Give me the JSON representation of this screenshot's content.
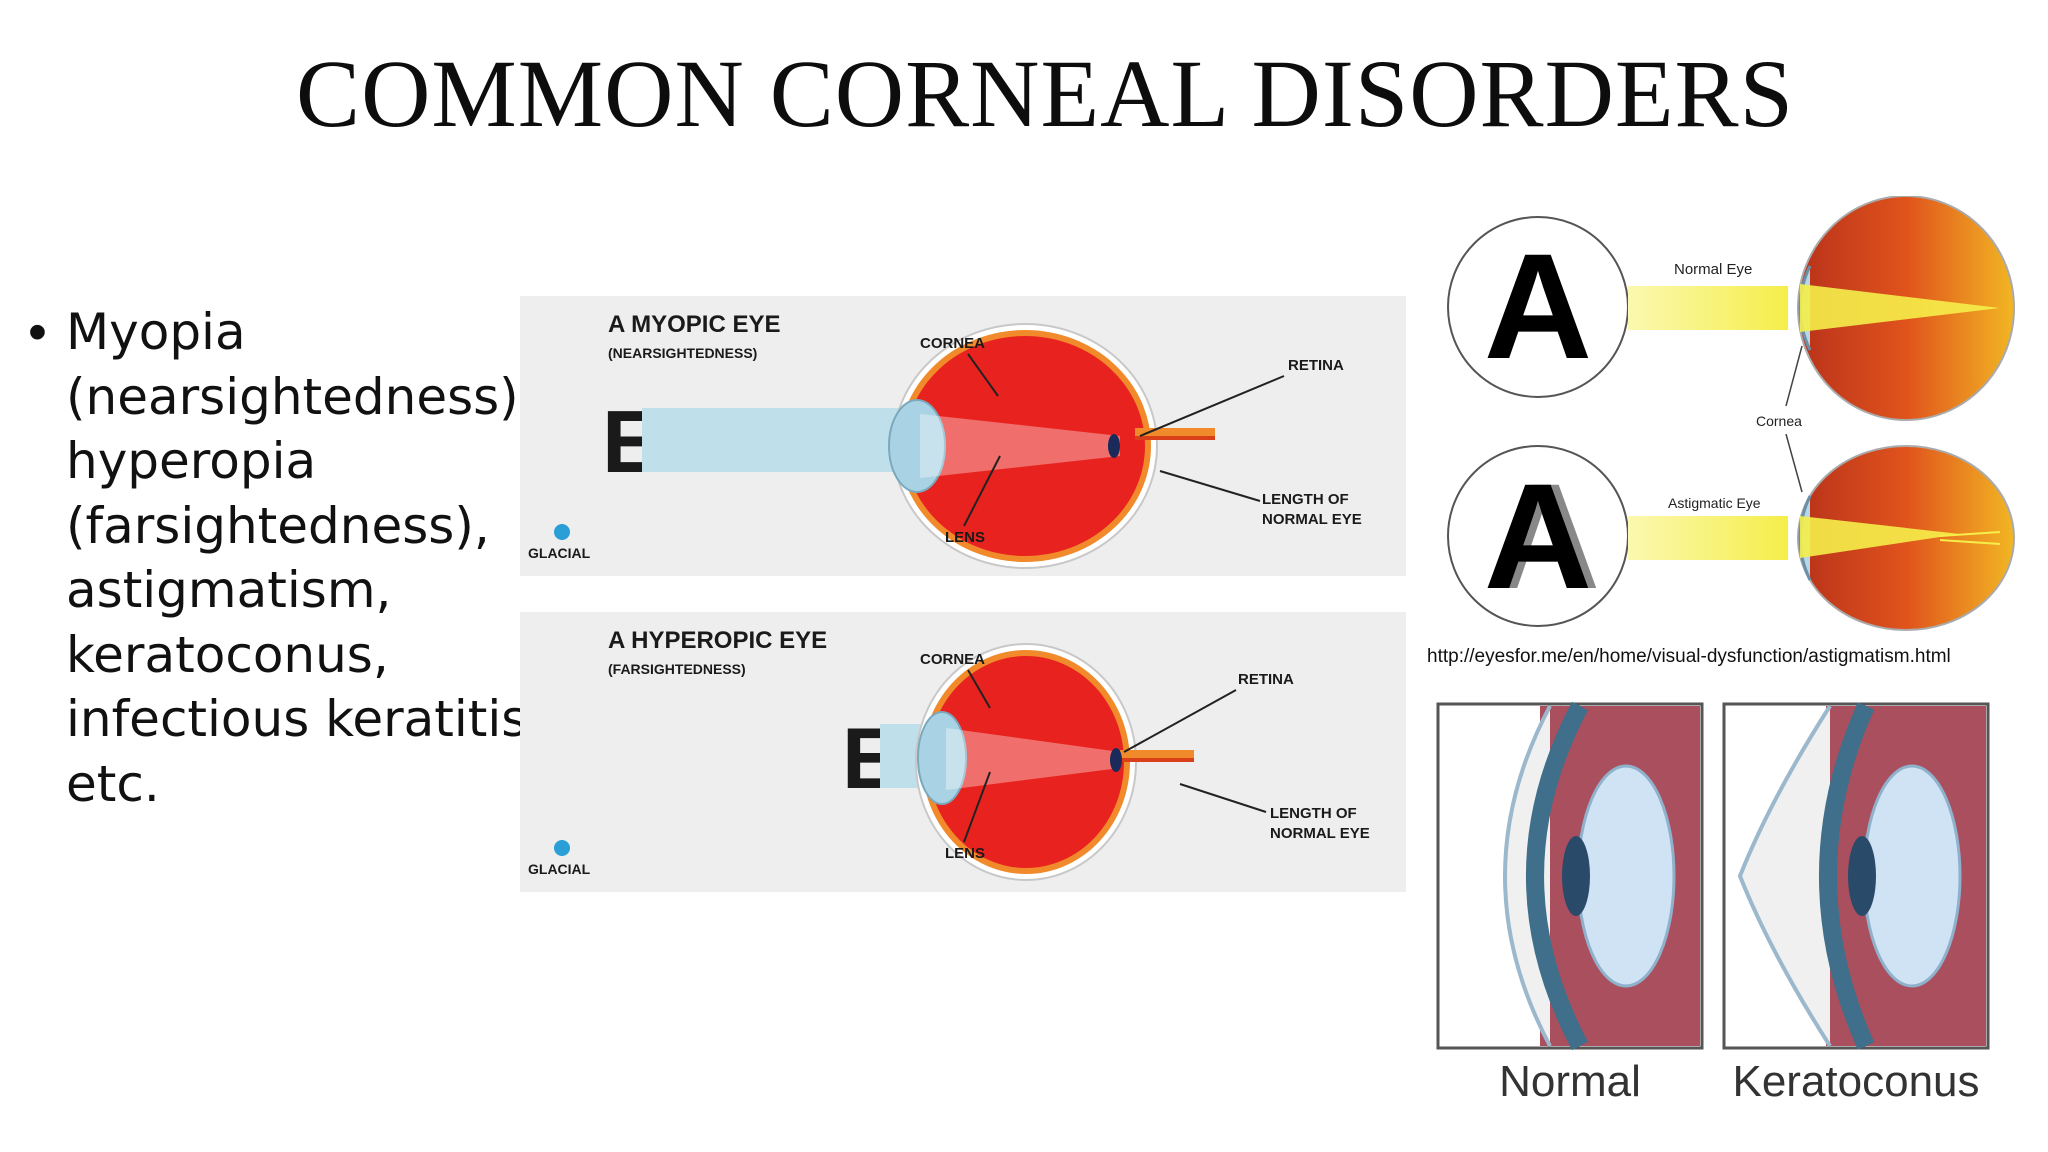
{
  "slide": {
    "title": "COMMON CORNEAL DISORDERS",
    "bullet": "Myopia (nearsightedness), hyperopia (farsightedness), astigmatism, keratoconus, infectious keratitis, etc.",
    "bullet_lines": [
      "Myopia",
      "(nearsightedness),",
      "hyperopia",
      "(farsightedness),",
      "astigmatism,",
      "keratoconus,",
      "infectious keratitis,",
      "etc."
    ]
  },
  "myopic": {
    "title": "A MYOPIC EYE",
    "subtitle": "(NEARSIGHTEDNESS)",
    "letter": "E",
    "cornea": "CORNEA",
    "retina": "RETINA",
    "lens": "LENS",
    "length1": "LENGTH OF",
    "length2": "NORMAL EYE",
    "brand": "GLACIAL"
  },
  "hyperopic": {
    "title": "A HYPEROPIC EYE",
    "subtitle": "(FARSIGHTEDNESS)",
    "letter": "E",
    "cornea": "CORNEA",
    "retina": "RETINA",
    "lens": "LENS",
    "length1": "LENGTH OF",
    "length2": "NORMAL EYE",
    "brand": "GLACIAL"
  },
  "astig": {
    "letter": "A",
    "normal_eye": "Normal Eye",
    "cornea": "Cornea",
    "astigmatic_eye": "Astigmatic Eye",
    "url": "http://eyesfor.me/en/home/visual-dysfunction/astigmatism.html"
  },
  "kerato": {
    "normal": "Normal",
    "keratoconus": "Keratoconus"
  },
  "colors": {
    "beam": "#bfe0ea",
    "eye_red": "#e8231f",
    "beam_yellow": "#f7f27a",
    "tissue": "#a94f5e"
  }
}
